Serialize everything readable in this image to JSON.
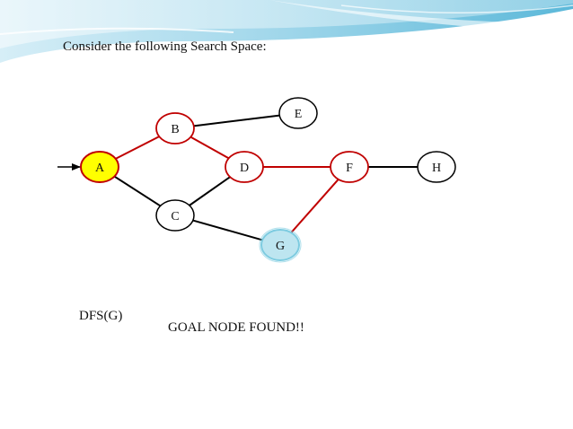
{
  "title": "Consider the following Search Space:",
  "call_label": "DFS(G)",
  "status_message": "GOAL NODE FOUND!!",
  "colors": {
    "path_edge": "#c00000",
    "plain_edge": "#000000",
    "start_fill": "#ffff00",
    "start_stroke": "#c00000",
    "visited_stroke": "#c00000",
    "goal_fill": "#bde5f0",
    "goal_stroke": "#7ccbe0",
    "default_stroke": "#000000"
  },
  "graph": {
    "nodes": [
      {
        "id": "A",
        "label": "A",
        "state": "start"
      },
      {
        "id": "B",
        "label": "B",
        "state": "visited"
      },
      {
        "id": "C",
        "label": "C",
        "state": "default"
      },
      {
        "id": "D",
        "label": "D",
        "state": "visited"
      },
      {
        "id": "E",
        "label": "E",
        "state": "default"
      },
      {
        "id": "F",
        "label": "F",
        "state": "visited"
      },
      {
        "id": "G",
        "label": "G",
        "state": "goal"
      },
      {
        "id": "H",
        "label": "H",
        "state": "default"
      }
    ],
    "edges": [
      {
        "from": "A",
        "to": "B",
        "on_path": true
      },
      {
        "from": "A",
        "to": "C",
        "on_path": false
      },
      {
        "from": "B",
        "to": "E",
        "on_path": false
      },
      {
        "from": "B",
        "to": "D",
        "on_path": true
      },
      {
        "from": "C",
        "to": "D",
        "on_path": false
      },
      {
        "from": "C",
        "to": "G",
        "on_path": false
      },
      {
        "from": "D",
        "to": "F",
        "on_path": true
      },
      {
        "from": "F",
        "to": "H",
        "on_path": false
      },
      {
        "from": "F",
        "to": "G",
        "on_path": true
      }
    ]
  }
}
